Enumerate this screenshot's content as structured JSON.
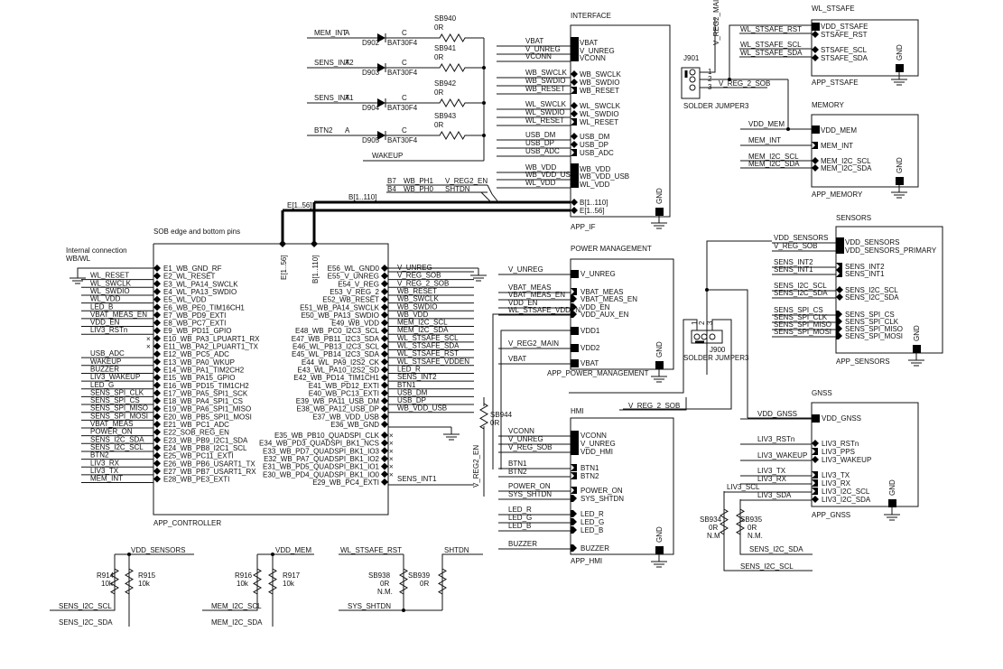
{
  "title": "SOB edge and bottom pins schematic",
  "diodes": [
    {
      "net": "MEM_INT",
      "ref": "D902",
      "part": "BAT30F4",
      "sb": "SB940",
      "sb_val": "0R"
    },
    {
      "net": "SENS_INT2",
      "ref": "D903",
      "part": "BAT30F4",
      "sb": "SB941",
      "sb_val": "0R"
    },
    {
      "net": "SENS_INT1",
      "ref": "D904",
      "part": "BAT30F4",
      "sb": "SB942",
      "sb_val": "0R"
    },
    {
      "net": "BTN2",
      "ref": "D905",
      "part": "BAT30F4",
      "sb": "SB943",
      "sb_val": "0R"
    }
  ],
  "diode_pin_a": "A",
  "diode_pin_c": "C",
  "wakeup_net": "WAKEUP",
  "interface": {
    "title": "INTERFACE",
    "footer": "APP_IF",
    "gnd": "GND",
    "groups": [
      [
        "VBAT",
        "V_UNREG",
        "VCONN"
      ],
      [
        "WB_SWCLK",
        "WB_SWDIO",
        "WB_RESET"
      ],
      [
        "WL_SWCLK",
        "WL_SWDIO",
        "WL_RESET"
      ],
      [
        "USB_DM",
        "USB_DP",
        "USB_ADC"
      ],
      [
        "WB_VDD",
        "WB_VDD_USB",
        "WL_VDD"
      ]
    ],
    "bus_pins": [
      "B[1..110]",
      "E[1..56]"
    ]
  },
  "bus_nets": {
    "b7": "B7",
    "b7_net": "WB_PH1",
    "b7_target": "V_REG2_EN",
    "b4": "B4",
    "b4_net": "WB_PH0",
    "b4_target": "SHTDN",
    "b_bus": "B[1..110]",
    "e_bus": "E[1..56]"
  },
  "stsafe": {
    "title": "WL_STSAFE",
    "footer": "APP_STSAFE",
    "gnd": "GND",
    "pins": [
      "VDD_STSAFE",
      "STSAFE_RST",
      "STSAFE_SCL",
      "STSAFE_SDA"
    ],
    "nets": [
      "WL_STSAFE_RST",
      "WL_STSAFE_SCL",
      "WL_STSAFE_SDA"
    ]
  },
  "j901": {
    "ref": "J901",
    "name": "SOLDER JUMPER3",
    "pins": [
      "1",
      "2",
      "3"
    ],
    "net_main": "V_REG2_MAIN",
    "net_sob": "V_REG_2_SOB"
  },
  "memory": {
    "title": "MEMORY",
    "footer": "APP_MEMORY",
    "gnd": "GND",
    "pins": [
      "VDD_MEM",
      "MEM_INT",
      "MEM_I2C_SCL",
      "MEM_I2C_SDA"
    ],
    "nets": [
      "VDD_MEM",
      "MEM_INT",
      "MEM_I2C_SCL",
      "MEM_I2C_SDA"
    ]
  },
  "controller": {
    "section_label": "SOB edge and bottom pins",
    "note_line1": "Internal connection",
    "note_line2": "WB/WL",
    "footer": "APP_CONTROLLER",
    "left_pins": [
      "E1_WB_GND_RF",
      "E2_WL_RESET",
      "E3_WL_PA14_SWCLK",
      "E4_WL_PA13_SWDIO",
      "E5_WL_VDD",
      "E6_WB_PE0_TIM16CH1",
      "E7_WB_PD9_EXTI",
      "E8_WB_PC7_EXTI",
      "E9_WB_PD11_GPIO",
      "E10_WB_PA3_LPUART1_RX",
      "E11_WB_PA2_LPUART1_TX",
      "E12_WB_PC5_ADC",
      "E13_WB_PA0_WKUP",
      "E14_WB_PA1_TIM2CH2",
      "E15_WB_PA15_GPIO",
      "E16_WB_PD15_TIM1CH2",
      "E17_WB_PA5_SPI1_SCK",
      "E18_WB_PA4_SPI1_CS",
      "E19_WB_PA6_SPI1_MISO",
      "E20_WB_PB5_SPI1_MOSI",
      "E21_WB_PC1_ADC",
      "E22_SOB_REG_EN",
      "E23_WB_PB9_I2C1_SDA",
      "E24_WB_PB8_I2C1_SCL",
      "E25_WB_PC11_EXTI",
      "E26_WB_PB6_USART1_TX",
      "E27_WB_PB7_USART1_RX",
      "E28_WB_PE3_EXTI"
    ],
    "left_nets": [
      "",
      "WL_RESET",
      "WL_SWCLK",
      "WL_SWDIO",
      "WL_VDD",
      "LED_B",
      "VBAT_MEAS_EN",
      "VDD_EN",
      "LIV3_RSTn",
      "",
      "",
      "USB_ADC",
      "WAKEUP",
      "BUZZER",
      "LIV3_WAKEUP",
      "LED_G",
      "SENS_SPI_CLK",
      "SENS_SPI_CS",
      "SENS_SPI_MISO",
      "SENS_SPI_MOSI",
      "VBAT_MEAS",
      "POWER_ON",
      "SENS_I2C_SDA",
      "SENS_I2C_SCL",
      "BTN2",
      "LIV3_RX",
      "LIV3_TX",
      "MEM_INT"
    ],
    "right_pins": [
      "E56_WL_GND0",
      "E55_V_UNREG",
      "E54_V_REG",
      "E53_V_REG_2",
      "E52_WB_RESET",
      "E51_WB_PA14_SWCLK",
      "E50_WB_PA13_SWDIO",
      "E49_WB_VDD",
      "E48_WB_PC0_I2C3_SCL",
      "E47_WB_PB11_I2C3_SDA",
      "E46_WL_PB13_I2C3_SCL",
      "E45_WL_PB14_I2C3_SDA",
      "E44_WL_PA9_I2S2_CK",
      "E43_WL_PA10_I2S2_SD",
      "E42_WB_PD14_TIM1CH1",
      "E41_WB_PD12_EXTI",
      "E40_WB_PC13_EXTI",
      "E39_WB_PA11_USB_DM",
      "E38_WB_PA12_USB_DP",
      "E37_WB_VDD_USB",
      "E36_WB_GND"
    ],
    "right_nets": [
      "V_UNREG",
      "V_REG_SOB",
      "V_REG_2_SOB",
      "WB_RESET",
      "WB_SWCLK",
      "WB_SWDIO",
      "WB_VDD",
      "MEM_I2C_SCL",
      "MEM_I2C_SDA",
      "WL_STSAFE_SCL",
      "WL_STSAFE_SDA",
      "WL_STSAFE_RST",
      "WL_STSAFE_VDDEN",
      "LED_R",
      "SENS_INT2",
      "BTN1",
      "USB_DM",
      "USB_DP",
      "WB_VDD_USB",
      "",
      ""
    ],
    "mid_pins": [
      "E35_WB_PB10_QUADSPI_CLK",
      "E34_WB_PD3_QUADSPI_BK1_NCS",
      "E33_WB_PD7_QUADSPI_BK1_IO3",
      "E32_WB_PA7_QUADSPI_BK1_IO2",
      "E31_WB_PD5_QUADSPI_BK1_IO1",
      "E30_WB_PD4_QUADSPI_BK1_IO0",
      "E29_WB_PC4_EXTI"
    ],
    "e29_net": "SENS_INT1"
  },
  "power": {
    "title": "POWER MANAGEMENT",
    "footer": "APP_POWER_MANAGEMENT",
    "gnd": "GND",
    "pins": [
      "V_UNREG",
      "VBAT_MEAS",
      "VBAT_MEAS_EN",
      "VDD_EN",
      "VDD_AUX_EN",
      "VDD1",
      "VDD2",
      "VBAT"
    ],
    "nets": [
      "V_UNREG",
      "VBAT_MEAS",
      "VBAT_MEAS_EN",
      "VDD_EN",
      "WL_STSAFE_VDDEN",
      "",
      "V_REG2_MAIN",
      "VBAT"
    ]
  },
  "sb944": {
    "ref": "SB944",
    "val": "0R",
    "net": "V_REG2_EN"
  },
  "hmi": {
    "title": "HMI",
    "footer": "APP_HMI",
    "gnd": "GND",
    "vreg_net": "V_REG_2_SOB",
    "pins": [
      "VCONN",
      "V_UNREG",
      "VDD_HMI",
      "BTN1",
      "BTN2",
      "POWER_ON",
      "SYS_SHTDN",
      "LED_R",
      "LED_G",
      "LED_B",
      "BUZZER"
    ],
    "nets": [
      "VCONN",
      "V_UNREG",
      "V_REG_SOB",
      "BTN1",
      "BTN2",
      "POWER_ON",
      "SYS_SHTDN",
      "LED_R",
      "LED_G",
      "LED_B",
      "BUZZER"
    ]
  },
  "sensors": {
    "title": "SENSORS",
    "footer": "APP_SENSORS",
    "gnd": "GND",
    "pins": [
      "VDD_SENSORS",
      "VDD_SENSORS_PRIMARY",
      "SENS_INT2",
      "SENS_INT1",
      "SENS_I2C_SCL",
      "SENS_I2C_SDA",
      "SENS_SPI_CS",
      "SENS_SPI_CLK",
      "SENS_SPI_MISO",
      "SENS_SPI_MOSI"
    ],
    "nets": [
      "VDD_SENSORS",
      "V_REG_SOB",
      "SENS_INT2",
      "SENS_INT1",
      "SENS_I2C_SCL",
      "SENS_I2C_SDA",
      "SENS_SPI_CS",
      "SENS_SPI_CLK",
      "SENS_SPI_MISO",
      "SENS_SPI_MOSI"
    ]
  },
  "j900": {
    "ref": "J900",
    "name": "SOLDER JUMPER3",
    "pins": [
      "1",
      "2",
      "3"
    ]
  },
  "gnss": {
    "title": "GNSS",
    "footer": "APP_GNSS",
    "gnd": "GND",
    "pins": [
      "VDD_GNSS",
      "LIV3_RSTn",
      "LIV3_PPS",
      "LIV3_WAKEUP",
      "LIV3_TX",
      "LIV3_RX",
      "LIV3_I2C_SCL",
      "LIV3_I2C_SDA"
    ],
    "nets": [
      "VDD_GNSS",
      "LIV3_RSTn",
      "",
      "LIV3_WAKEUP",
      "LIV3_TX",
      "LIV3_RX",
      "LIV3_SCL",
      "LIV3_SDA"
    ],
    "sb934": {
      "ref": "SB934",
      "val": "0R",
      "note": "N.M"
    },
    "sb935": {
      "ref": "SB935",
      "val": "0R",
      "note": "N.M."
    },
    "sda_net": "SENS_I2C_SDA",
    "scl_net": "SENS_I2C_SCL"
  },
  "pullups_sensors": {
    "rail": "VDD_SENSORS",
    "r1": "R914",
    "r1_val": "10k",
    "r2": "R915",
    "r2_val": "10k",
    "scl": "SENS_I2C_SCL",
    "sda": "SENS_I2C_SDA"
  },
  "pullups_mem": {
    "rail": "VDD_MEM",
    "r1": "R916",
    "r1_val": "10k",
    "r2": "R917",
    "r2_val": "10k",
    "scl": "MEM_I2C_SCL",
    "sda": "MEM_I2C_SDA"
  },
  "shtdn_block": {
    "net_rst": "WL_STSAFE_RST",
    "net_shtdn": "SHTDN",
    "net_sys": "SYS_SHTDN",
    "sb1": "SB938",
    "sb1_val": "0R",
    "sb1_note": "N.M.",
    "sb2": "SB939",
    "sb2_val": "0R"
  }
}
